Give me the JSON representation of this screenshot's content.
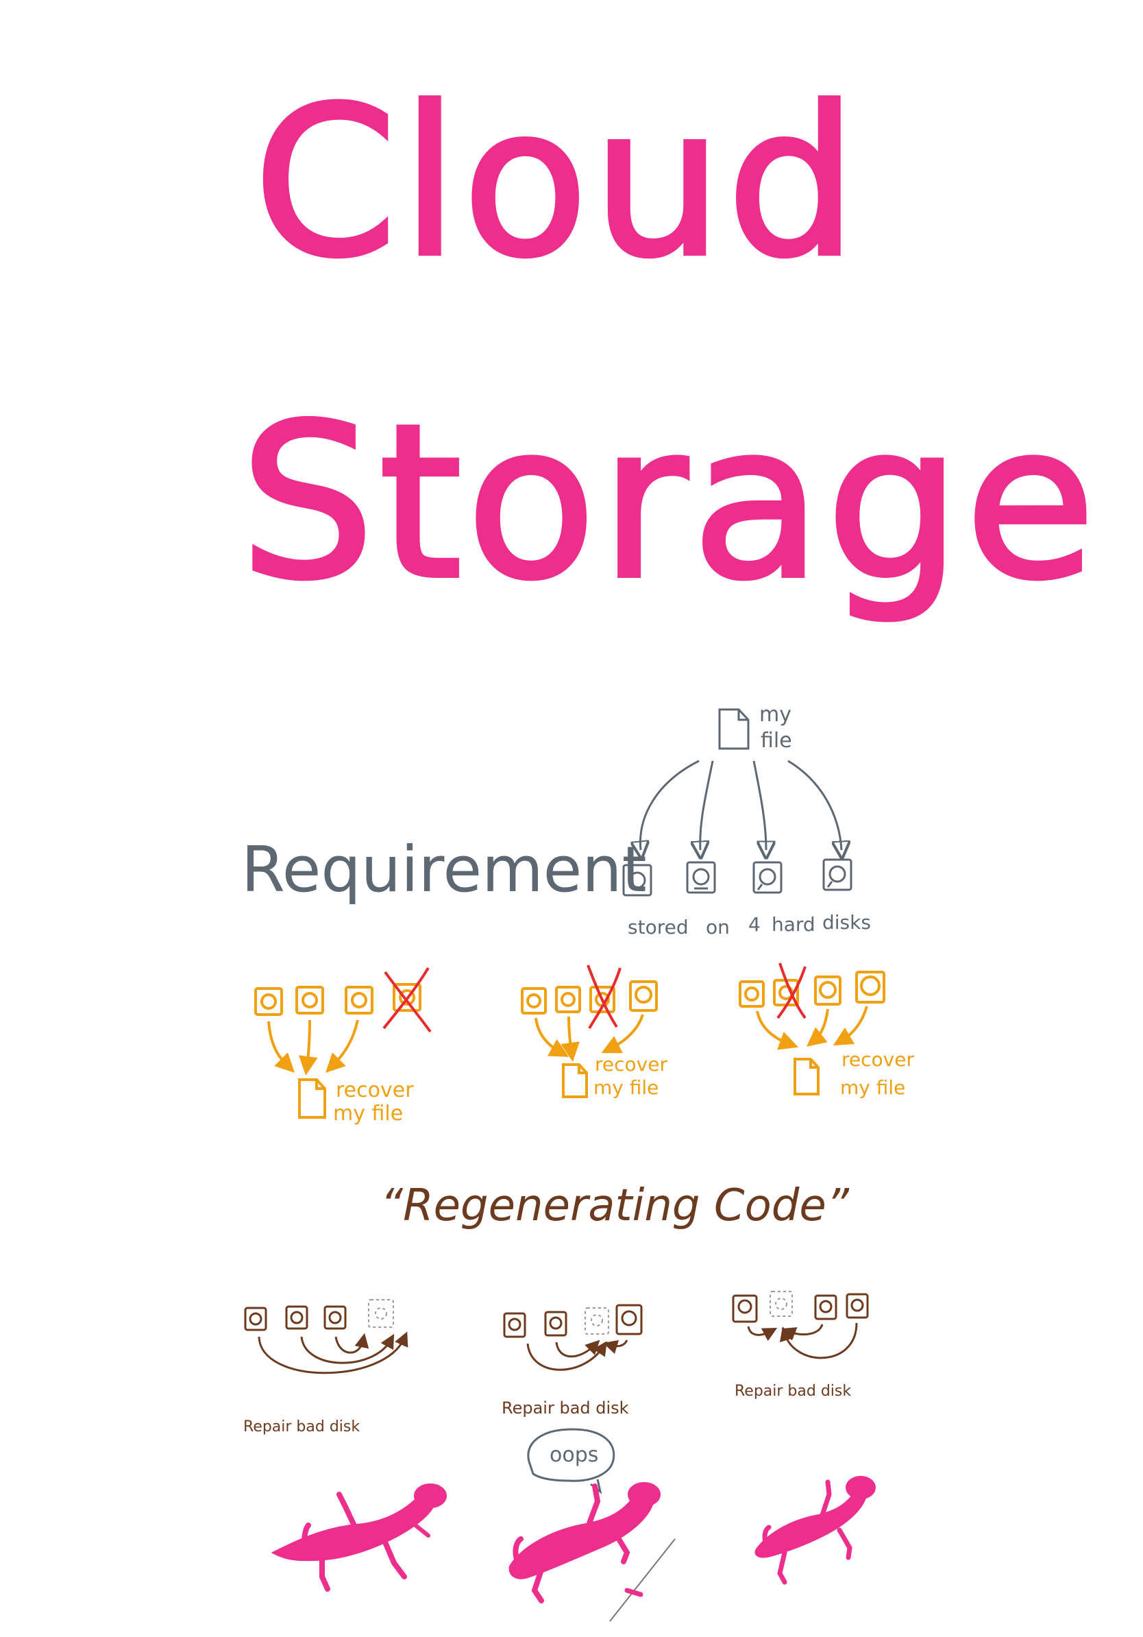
{
  "title": {
    "line1": "Cloud",
    "line2": "Storage",
    "color": "#EE2E8C"
  },
  "requirement": {
    "heading": "Requirement",
    "file_label_line1": "my",
    "file_label_line2": "file",
    "disks_caption": [
      "stored",
      "on",
      "4",
      "hard",
      "disks"
    ],
    "color": "#5D6873"
  },
  "recovery": {
    "color": "#F0A010",
    "cross_color": "#E82B2B",
    "scenarios": [
      {
        "line1": "recover",
        "line2": "my file"
      },
      {
        "line1": "recover",
        "line2": "my file"
      },
      {
        "line1": "recover",
        "line2": "my file"
      }
    ]
  },
  "regenerating": {
    "heading": "“Regenerating Code”",
    "color": "#6B3A1F",
    "repairs": [
      {
        "label": "Repair bad disk"
      },
      {
        "label": "Repair bad disk"
      },
      {
        "label": "Repair bad disk"
      }
    ]
  },
  "salamanders": {
    "color": "#EE2E8C",
    "speech": "oops"
  }
}
